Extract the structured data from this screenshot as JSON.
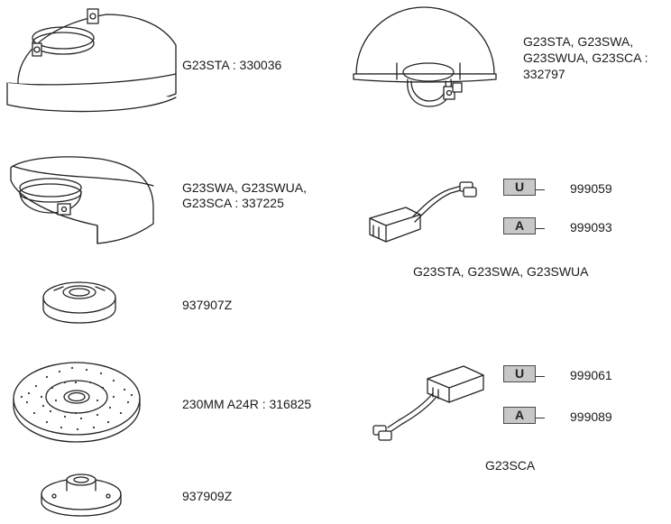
{
  "parts": {
    "guard_sta": "G23STA : 330036",
    "guard_multi_line1": "G23STA, G23SWA,",
    "guard_multi_line2": "G23SWUA, G23SCA :",
    "guard_multi_line3": "332797",
    "guard_swa_line1": "G23SWA, G23SWUA,",
    "guard_swa_line2": "G23SCA : 337225",
    "inner_flange": "937907Z",
    "grinding_wheel": "230MM A24R : 316825",
    "lock_nut": "937909Z"
  },
  "noise_filters": {
    "group1": {
      "caption": "G23STA, G23SWA, G23SWUA",
      "items": [
        {
          "badge": "U",
          "code": "999059"
        },
        {
          "badge": "A",
          "code": "999093"
        }
      ]
    },
    "group2": {
      "caption": "G23SCA",
      "items": [
        {
          "badge": "U",
          "code": "999061"
        },
        {
          "badge": "A",
          "code": "999089"
        }
      ]
    }
  }
}
